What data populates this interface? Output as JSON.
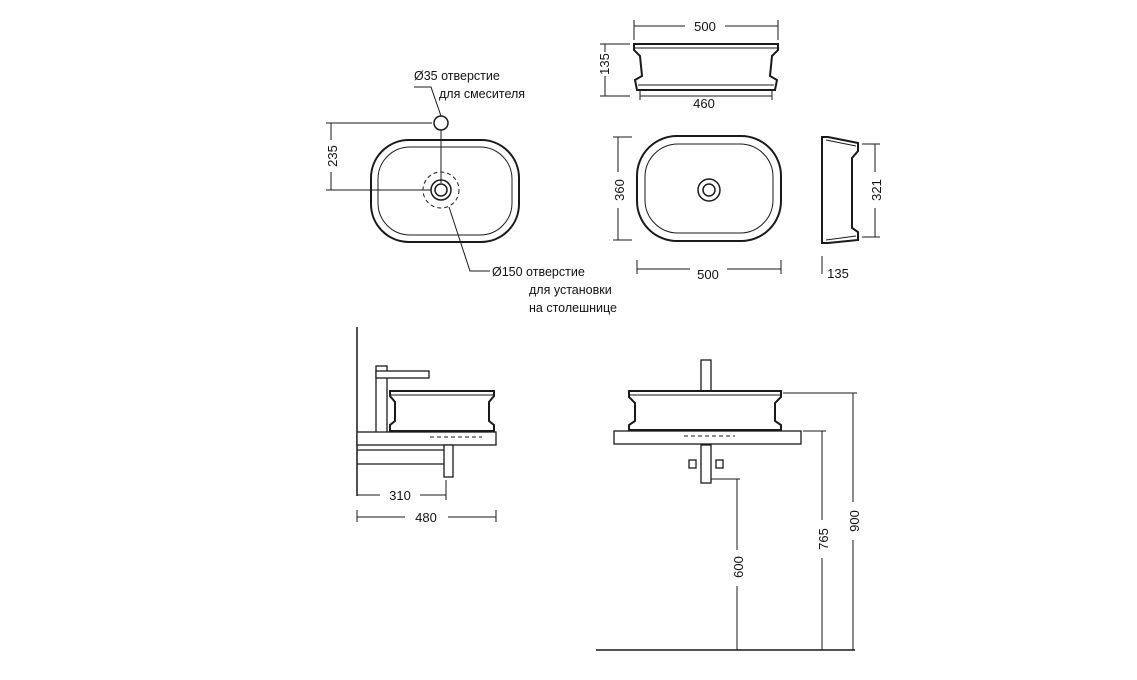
{
  "notes": {
    "tap_hole_line1": "Ø35 отверстие",
    "tap_hole_line2": "для смесителя",
    "counter_hole_line1": "Ø150 отверстие",
    "counter_hole_line2": "для установки",
    "counter_hole_line3": "на столешнице"
  },
  "dims": {
    "plan_offset": "235",
    "front_width": "500",
    "front_height": "135",
    "front_base": "460",
    "top_height": "360",
    "top_width": "500",
    "side_height": "321",
    "side_depth": "135",
    "install_depth_1": "310",
    "install_depth_2": "480",
    "drain_height": "600",
    "counter_height": "765",
    "total_height": "900"
  }
}
